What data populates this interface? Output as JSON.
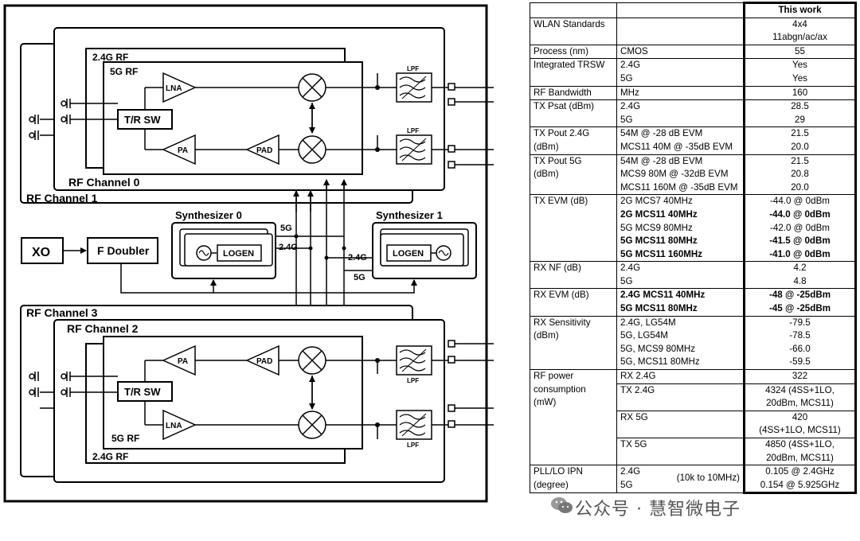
{
  "diagram": {
    "rf_channel_1": "RF Channel 1",
    "rf_channel_0": "RF Channel 0",
    "rf_channel_3": "RF Channel 3",
    "rf_channel_2": "RF Channel 2",
    "rf_24g": "2.4G RF",
    "rf_5g": "5G RF",
    "lna": "LNA",
    "pa": "PA",
    "pad": "PAD",
    "trsw": "T/R SW",
    "lpf": "LPF",
    "xo": "XO",
    "f_doubler": "F Doubler",
    "synth0": "Synthesizer 0",
    "synth1": "Synthesizer 1",
    "logen": "LOGEN",
    "lbl_5g": "5G",
    "lbl_24g": "2.4G"
  },
  "table": {
    "header": [
      "",
      "",
      "This work"
    ],
    "rows": [
      {
        "c1": [
          "WLAN Standards"
        ],
        "c2": [
          ""
        ],
        "c3": [
          "4x4",
          "11abgn/ac/ax"
        ],
        "bold": []
      },
      {
        "c1": [
          "Process (nm)"
        ],
        "c2": [
          "CMOS"
        ],
        "c3": [
          "55"
        ],
        "bold": []
      },
      {
        "c1": [
          "Integrated TRSW"
        ],
        "c2": [
          "2.4G",
          "5G"
        ],
        "c3": [
          "Yes",
          "Yes"
        ],
        "bold": []
      },
      {
        "c1": [
          "RF Bandwidth"
        ],
        "c2": [
          "MHz"
        ],
        "c3": [
          "160"
        ],
        "bold": []
      },
      {
        "c1": [
          "TX Psat (dBm)"
        ],
        "c2": [
          "2.4G",
          "5G"
        ],
        "c3": [
          "28.5",
          "29"
        ],
        "bold": []
      },
      {
        "c1": [
          "TX Pout 2.4G",
          "(dBm)"
        ],
        "c2": [
          "54M @ -28 dB EVM",
          "MCS11 40M @ -35dB EVM"
        ],
        "c3": [
          "21.5",
          "20.0"
        ],
        "bold": []
      },
      {
        "c1": [
          "TX Pout 5G",
          "(dBm)"
        ],
        "c2": [
          "54M @ -28 dB EVM",
          "MCS9 80M @ -32dB EVM",
          "MCS11 160M @ -35dB EVM"
        ],
        "c3": [
          "21.5",
          "20.8",
          "20.0"
        ],
        "bold": []
      },
      {
        "c1": [
          "TX EVM (dB)"
        ],
        "c2": [
          "2G MCS7 40MHz",
          "2G MCS11 40MHz",
          "5G MCS9 80MHz",
          "5G MCS11 80MHz",
          "5G MCS11 160MHz"
        ],
        "c3": [
          "-44.0 @ 0dBm",
          "-44.0 @ 0dBm",
          "-42.0 @ 0dBm",
          "-41.5 @ 0dBm",
          "-41.0 @ 0dBm"
        ],
        "bold": [
          1,
          3,
          4
        ]
      },
      {
        "c1": [
          "RX NF (dB)"
        ],
        "c2": [
          "2.4G",
          "5G"
        ],
        "c3": [
          "4.2",
          "4.8"
        ],
        "bold": []
      },
      {
        "c1": [
          "RX EVM (dB)"
        ],
        "c2": [
          "2.4G MCS11 40MHz",
          "5G MCS11 80MHz"
        ],
        "c3": [
          "-48 @ -25dBm",
          "-45 @ -25dBm"
        ],
        "bold": [
          0,
          1
        ]
      },
      {
        "c1": [
          "RX Sensitivity",
          "(dBm)"
        ],
        "c2": [
          "2.4G, LG54M",
          "5G, LG54M",
          "5G, MCS9 80MHz",
          "5G, MCS11 80MHz"
        ],
        "c3": [
          "-79.5",
          "-78.5",
          "-66.0",
          "-59.5"
        ],
        "bold": []
      }
    ],
    "power": {
      "c1": [
        "RF power",
        "consumption",
        "(mW)"
      ],
      "rows": [
        {
          "c2": [
            "RX 2.4G"
          ],
          "c3": [
            "322"
          ]
        },
        {
          "c2": [
            "TX 2.4G"
          ],
          "c3": [
            "4324 (4SS+1LO,",
            "20dBm, MCS11)"
          ]
        },
        {
          "c2": [
            "RX 5G"
          ],
          "c3": [
            "420",
            "(4SS+1LO, MCS11)"
          ]
        },
        {
          "c2": [
            "TX 5G"
          ],
          "c3": [
            "4850 (4SS+1LO,",
            "20dBm, MCS11)"
          ]
        }
      ]
    },
    "ipn": {
      "c1": [
        "PLL/LO IPN",
        "(degree)"
      ],
      "c2": [
        "2.4G",
        "5G"
      ],
      "c2_note": "(10k to 10MHz)",
      "c3": [
        "0.105 @ 2.4GHz",
        "0.154 @ 5.925GHz"
      ]
    }
  },
  "watermark": "公众号 · 慧智微电子"
}
